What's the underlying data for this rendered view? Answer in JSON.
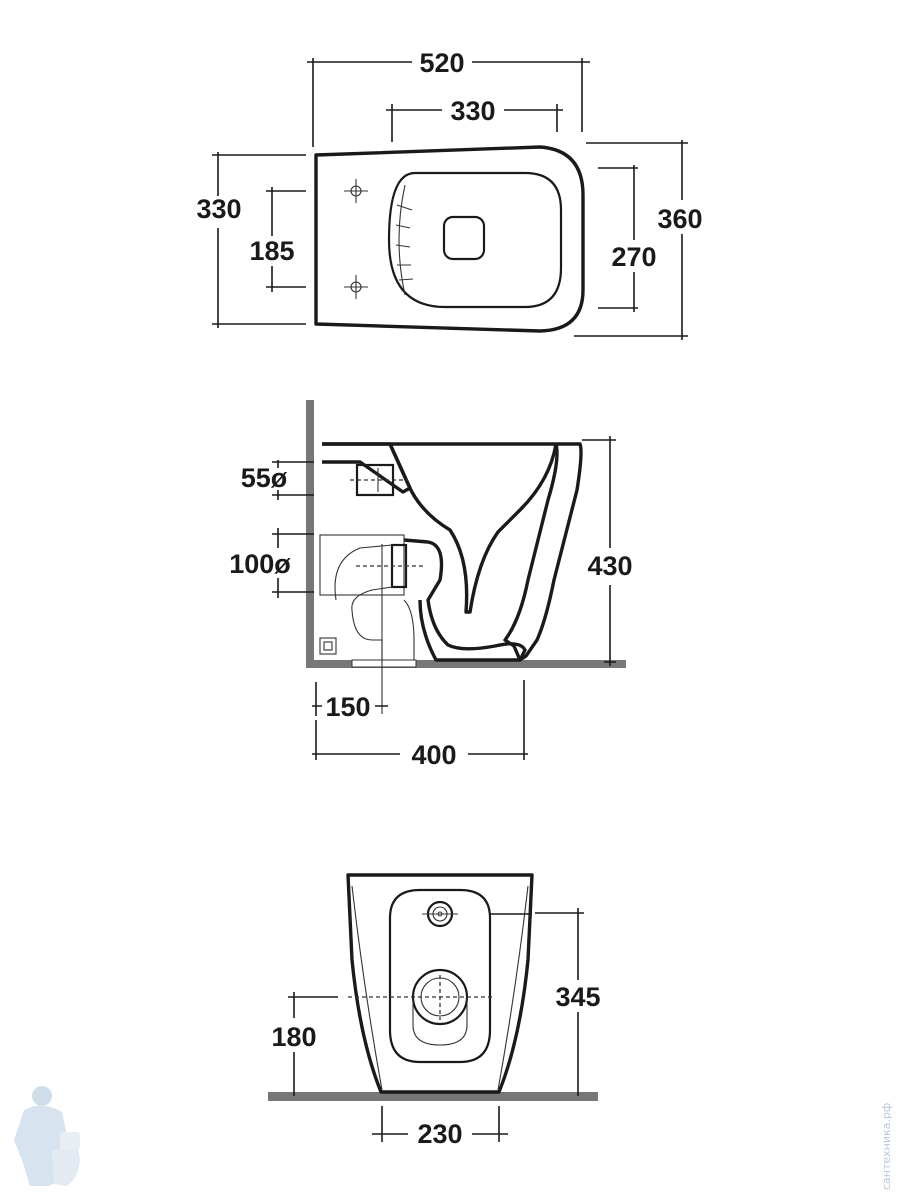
{
  "top_view": {
    "overall_width": "520",
    "seat_width": "330",
    "overall_depth": "330",
    "fixing_spacing": "185",
    "bowl_depth": "360",
    "inner_depth": "270"
  },
  "side_view": {
    "water_inlet": "55ø",
    "waste_outlet": "100ø",
    "height": "430",
    "outlet_offset": "150",
    "depth": "400"
  },
  "rear_view": {
    "outlet_height": "180",
    "inlet_height": "345",
    "base_width": "230"
  },
  "watermark": {
    "text": "сантехника.рф",
    "icon": "plumber-mascot-icon"
  }
}
